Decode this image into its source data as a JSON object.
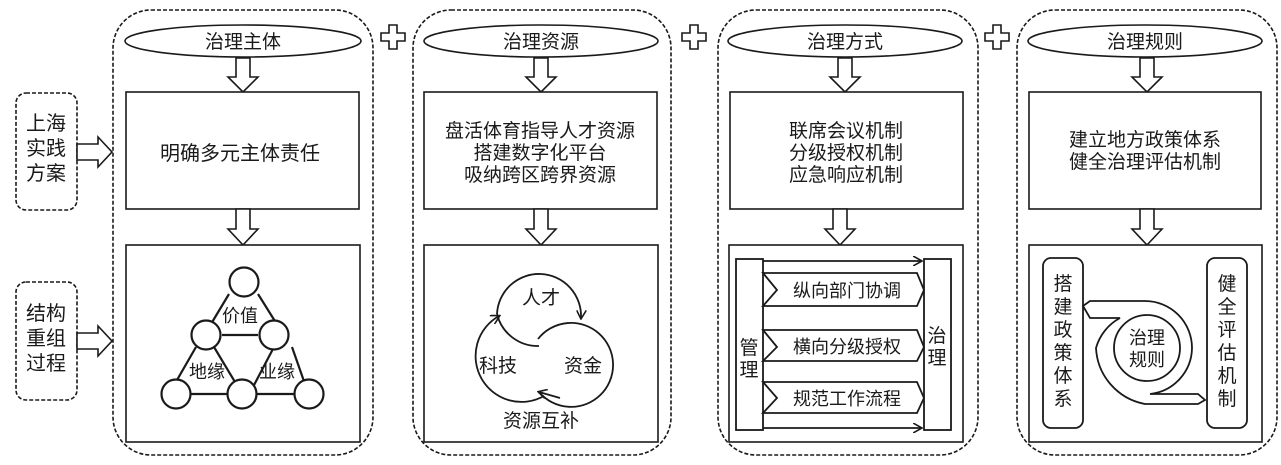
{
  "left_labels": [
    {
      "lines": [
        "上海",
        "实践",
        "方案"
      ]
    },
    {
      "lines": [
        "结构",
        "重组",
        "过程"
      ]
    }
  ],
  "panels": [
    {
      "title": "治理主体",
      "box_lines": [
        "明确多元主体责任"
      ],
      "figure": {
        "type": "triangle-network",
        "labels": {
          "top": "价值",
          "left": "地缘",
          "right": "业缘"
        }
      }
    },
    {
      "title": "治理资源",
      "box_lines": [
        "盘活体育指导人才资源",
        "搭建数字化平台",
        "吸纳跨区跨界资源"
      ],
      "figure": {
        "type": "cycle-circles",
        "labels": {
          "top": "人才",
          "left": "科技",
          "right": "资金"
        },
        "caption": "资源互补"
      }
    },
    {
      "title": "治理方式",
      "box_lines": [
        "联席会议机制",
        "分级授权机制",
        "应急响应机制"
      ],
      "figure": {
        "type": "manage-to-govern",
        "left": "管理",
        "right": "治理",
        "arrows": [
          "纵向部门协调",
          "横向分级授权",
          "规范工作流程"
        ]
      }
    },
    {
      "title": "治理规则",
      "box_lines": [
        "建立地方政策体系",
        "健全治理评估机制"
      ],
      "figure": {
        "type": "rule-loop",
        "left": "搭建政策体系",
        "right": "健全评估机制",
        "center": [
          "治理",
          "规则"
        ]
      }
    }
  ],
  "connectors": {
    "between_panels": "plus",
    "into_panels": "arrow-right"
  },
  "colors": {
    "stroke": "#1a1a1a",
    "background": "#ffffff"
  }
}
